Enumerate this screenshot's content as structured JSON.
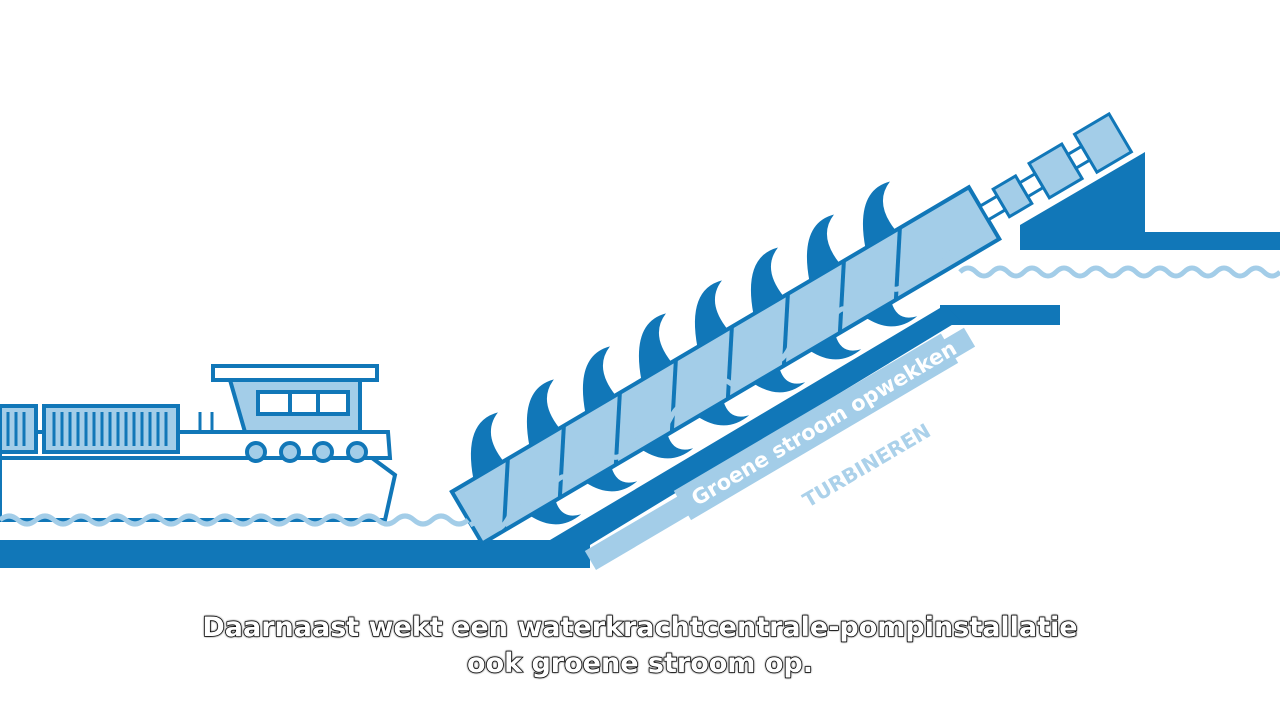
{
  "colors": {
    "dark_blue": "#1177b8",
    "light_blue": "#a3cde8",
    "white": "#ffffff"
  },
  "scene": {
    "banner_label": "Groene stroom opwekken",
    "faded_banner_label": "TURBINEREN"
  },
  "subtitles": {
    "line1": "Daarnaast wekt een waterkrachtcentrale-pompinstallatie",
    "line2": "ook groene stroom op."
  }
}
